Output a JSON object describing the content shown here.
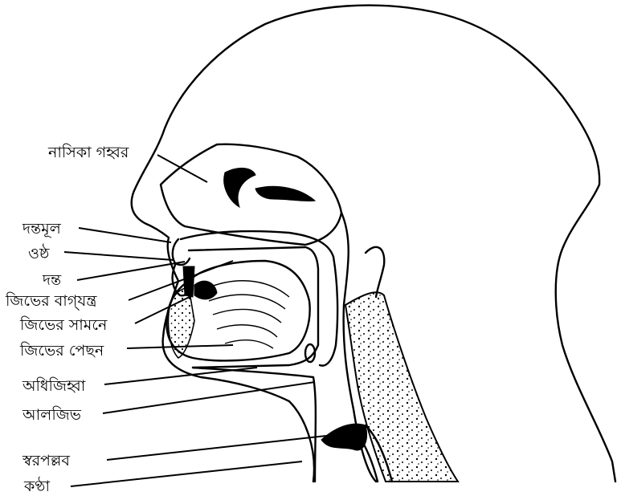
{
  "labels": {
    "nasal_cavity": "নাসিকা গহ্বর",
    "alveolar_ridge": "দন্তমূল",
    "lips": "ওষ্ঠ",
    "teeth": "দন্ত",
    "tongue_tip": "জিভের বাগ্‌যন্ত্র",
    "tongue_front": "জিভের সামনে",
    "tongue_back": "জিভের পেছন",
    "epiglottis": "অধিজিহ্বা",
    "uvula": "আলজিভ",
    "vocal_cords": "স্বরপল্লব",
    "larynx": "কণ্ঠা"
  }
}
